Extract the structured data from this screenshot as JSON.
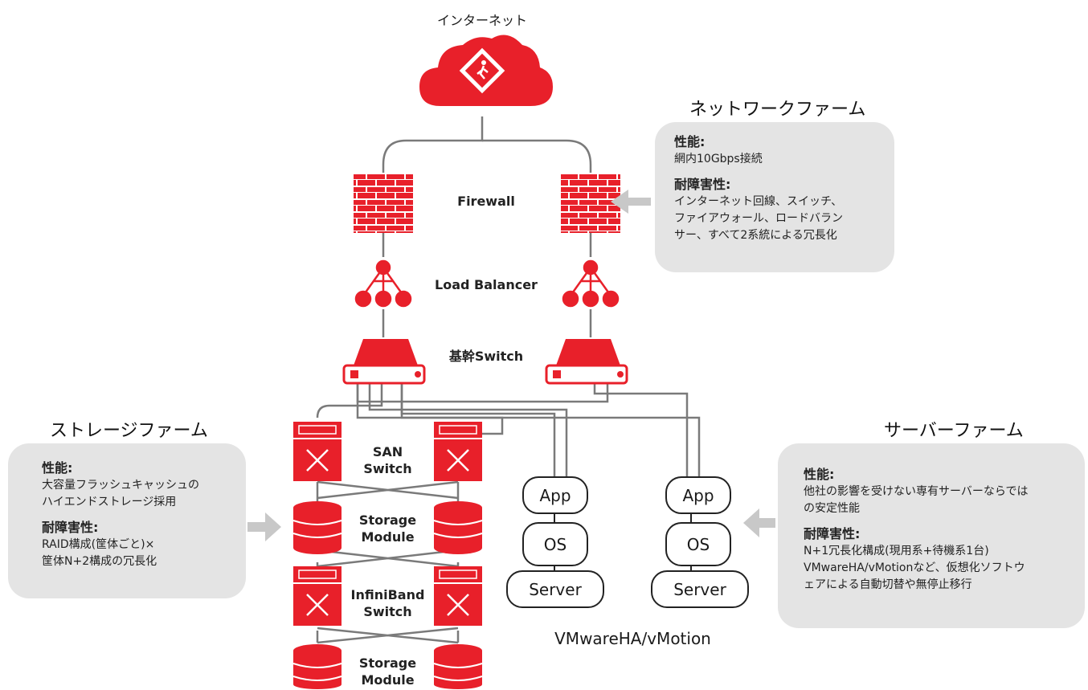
{
  "internet": {
    "label": "インターネット"
  },
  "network_farm": {
    "title": "ネットワークファーム",
    "perf_heading": "性能:",
    "perf_text": "網内10Gbps接続",
    "ft_heading": "耐障害性:",
    "ft_text_1": "インターネット回線、スイッチ、",
    "ft_text_2": "ファイアウォール、ロードバラン",
    "ft_text_3": "サー、すべて2系統による冗長化"
  },
  "storage_farm": {
    "title": "ストレージファーム",
    "perf_heading": "性能:",
    "perf_text_1": "大容量フラッシュキャッシュの",
    "perf_text_2": "ハイエンドストレージ採用",
    "ft_heading": "耐障害性:",
    "ft_text_1": "RAID構成(筐体ごと)×",
    "ft_text_2": "筐体N+2構成の冗長化"
  },
  "server_farm": {
    "title": "サーバーファーム",
    "perf_heading": "性能:",
    "perf_text_1": "他社の影響を受けない専有サーバーならでは",
    "perf_text_2": "の安定性能",
    "ft_heading": "耐障害性:",
    "ft_text_1": "N+1冗長化構成(現用系+待機系1台)",
    "ft_text_2": "VMwareHA/vMotionなど、仮想化ソフトウ",
    "ft_text_3": "ェアによる自動切替や無停止移行"
  },
  "layers": {
    "firewall": "Firewall",
    "load_balancer": "Load Balancer",
    "core_switch": "基幹Switch",
    "san_switch_1": "SAN",
    "san_switch_2": "Switch",
    "storage_1a": "Storage",
    "storage_1b": "Module",
    "infiniband_1": "InfiniBand",
    "infiniband_2": "Switch",
    "storage_2a": "Storage",
    "storage_2b": "Module"
  },
  "server_stack": {
    "app": "App",
    "os": "OS",
    "server": "Server"
  },
  "vmware_label": "VMwareHA/vMotion",
  "colors": {
    "accent": "#e8202a",
    "panel": "#e4e4e4",
    "line": "#7a7a7a",
    "arrow": "#c8c8c8"
  }
}
